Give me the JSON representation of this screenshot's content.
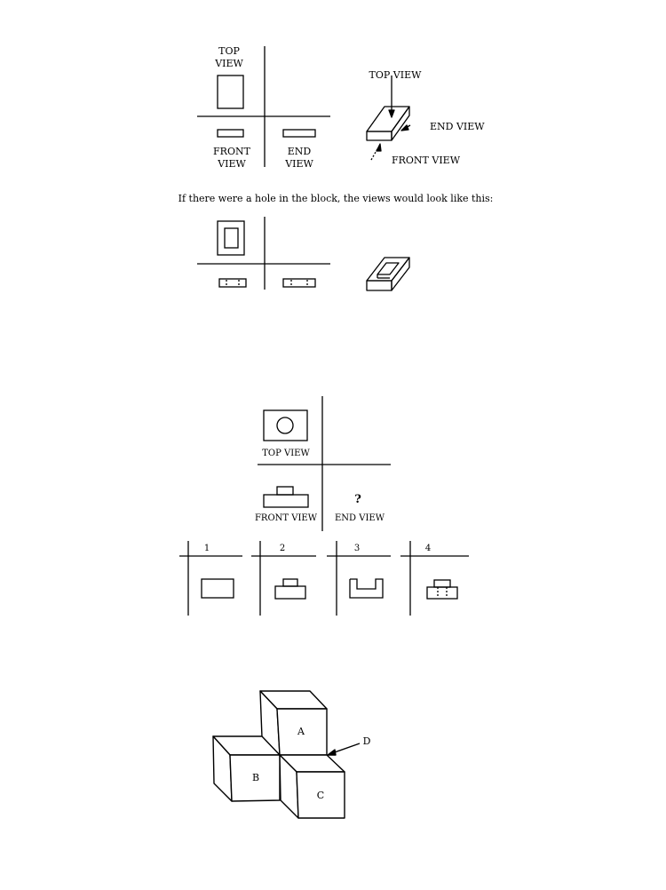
{
  "example1": {
    "top_view_line1": "TOP",
    "top_view_line2": "VIEW",
    "front_view_line1": "FRONT",
    "front_view_line2": "VIEW",
    "end_view_line1": "END",
    "end_view_line2": "VIEW",
    "iso_top_view": "TOP VIEW",
    "iso_end_view": "END VIEW",
    "iso_front_view": "FRONT VIEW"
  },
  "hole_caption": "If there were a hole in the block, the views would look like this:",
  "question": {
    "top_view": "TOP VIEW",
    "front_view": "FRONT VIEW",
    "end_view": "END VIEW",
    "unknown_mark": "?"
  },
  "answers": [
    "1",
    "2",
    "3",
    "4"
  ],
  "cubes": {
    "labels": [
      "A",
      "B",
      "C"
    ],
    "pointer_label": "D"
  }
}
